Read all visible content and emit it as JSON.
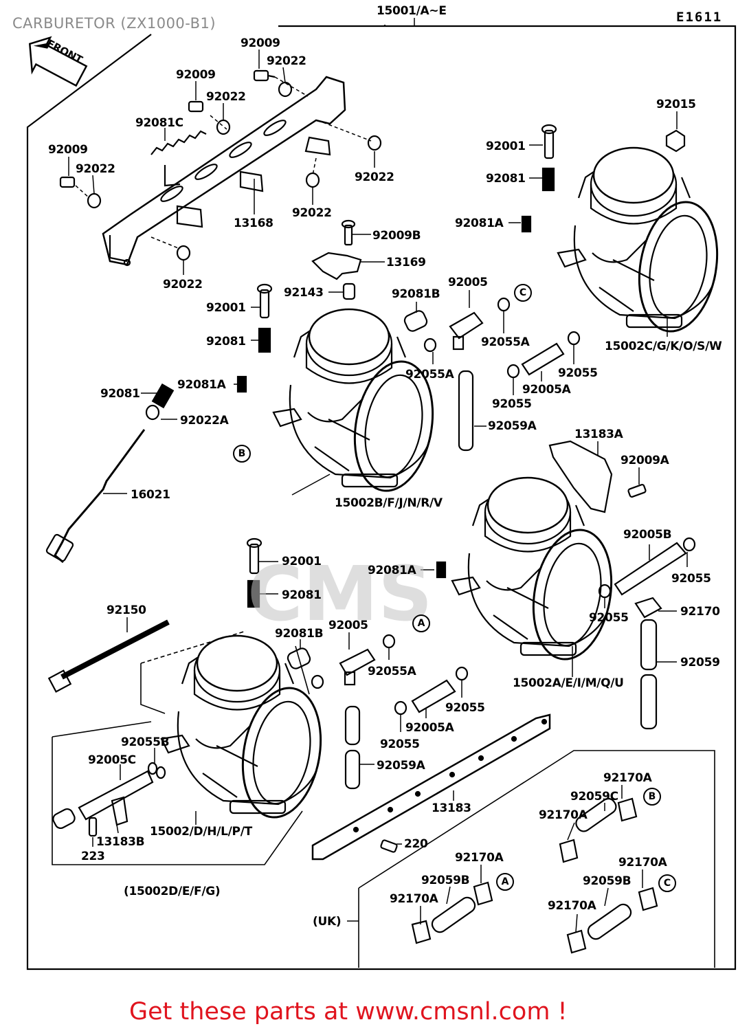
{
  "page": {
    "title": "CARBURETOR (ZX1000-B1)",
    "diagram_code": "E1611",
    "front_label": "FRONT",
    "watermark": "CMS",
    "promo": "Get these parts at www.cmsnl.com !"
  },
  "markers": {
    "a": "A",
    "b": "B",
    "c": "C"
  },
  "parts": {
    "p15001": "15001/A~E",
    "p92009_1": "92009",
    "p92022_1": "92022",
    "p92009_2": "92009",
    "p92022_2": "92022",
    "p92081c": "92081C",
    "p92009_3": "92009",
    "p92022_3": "92022",
    "p92022_4": "92022",
    "p92022_5": "92022",
    "p13168": "13168",
    "p92022_6": "92022",
    "p92015": "92015",
    "p92001_1": "92001",
    "p92081_1": "92081",
    "p92081a_1": "92081A",
    "p92009b": "92009B",
    "p13169": "13169",
    "p92143": "92143",
    "p92001_2": "92001",
    "p92081b_1": "92081B",
    "p92005_1": "92005",
    "p92055a_1": "92055A",
    "p92081_2": "92081",
    "p15002c": "15002C/G/K/O/S/W",
    "p92055a_2": "92055A",
    "p92055_1": "92055",
    "p92081a_2": "92081A",
    "p92081_3": "92081",
    "p92005a_1": "92005A",
    "p92022a": "92022A",
    "p92055_2": "92055",
    "p92059a_1": "92059A",
    "p13183a": "13183A",
    "p92009a": "92009A",
    "p16021": "16021",
    "p15002b": "15002B/F/J/N/R/V",
    "p92005b": "92005B",
    "p92001_3": "92001",
    "p92081a_3": "92081A",
    "p92055_3": "92055",
    "p92081_4": "92081",
    "p92170": "92170",
    "p92055_4": "92055",
    "p92150": "92150",
    "p92081b_2": "92081B",
    "p92005_2": "92005",
    "p92059": "92059",
    "p92055a_3": "92055A",
    "p15002a": "15002A/E/I/M/Q/U",
    "p92055_5": "92055",
    "p92005a_2": "92005A",
    "p92055b": "92055B",
    "p92055_6": "92055",
    "p92005c": "92005C",
    "p92059a_2": "92059A",
    "p92170a_1": "92170A",
    "p13183": "13183",
    "p92059c": "92059C",
    "p92170a_2": "92170A",
    "p15002d": "15002/D/H/L/P/T",
    "p13183b": "13183B",
    "p223": "223",
    "p220": "220",
    "p92170a_3": "92170A",
    "p92170a_4": "92170A",
    "p92059b_1": "92059B",
    "p92059b_2": "92059B",
    "p92170a_5": "92170A",
    "p15002defg": "(15002D/E/F/G)",
    "p92170a_6": "92170A",
    "puk": "(UK)"
  }
}
